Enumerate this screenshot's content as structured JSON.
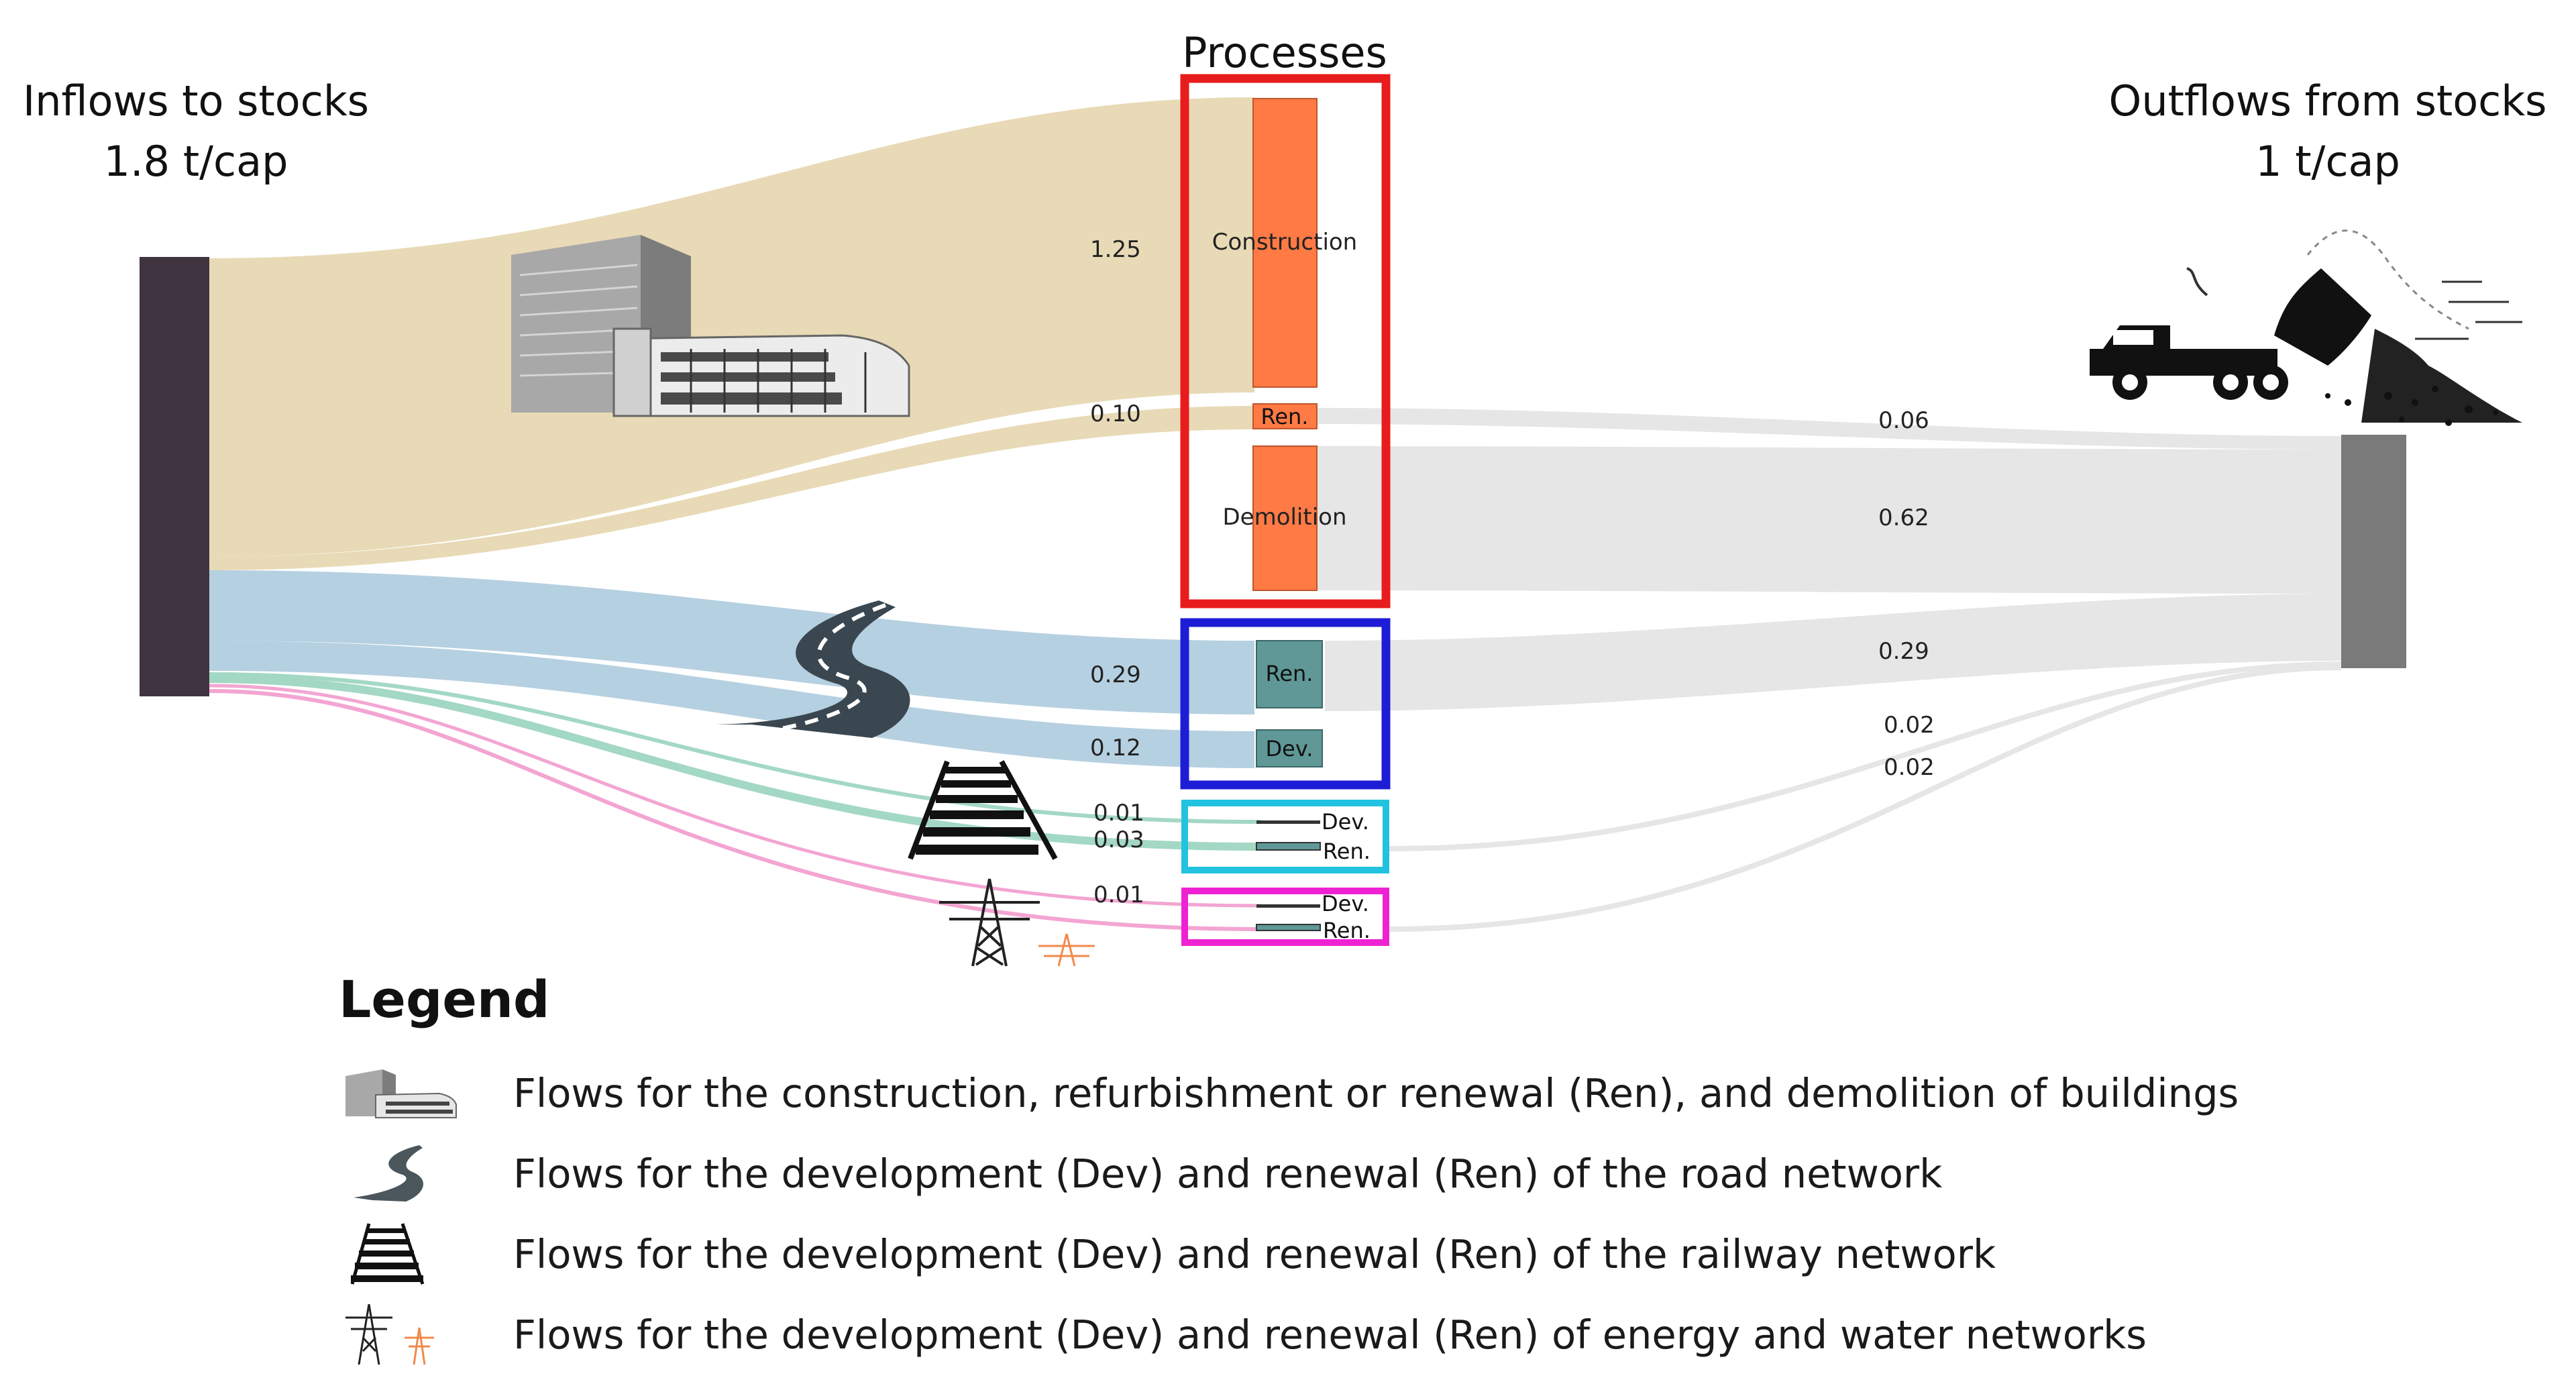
{
  "header": {
    "processes_title": "Processes",
    "inflows_title": "Inflows to stocks",
    "inflows_total": "1.8 t/cap",
    "outflows_title": "Outflows from stocks",
    "outflows_total": "1 t/cap"
  },
  "processes": {
    "buildings": {
      "construction": "Construction",
      "renovation": "Ren.",
      "demolition": "Demolition"
    },
    "road": {
      "renovation": "Ren.",
      "development": "Dev."
    },
    "railway": {
      "development": "Dev.",
      "renovation": "Ren."
    },
    "energy_water": {
      "development": "Dev.",
      "renovation": "Ren."
    }
  },
  "flow_values": {
    "in_buildings_construction": "1.25",
    "in_buildings_renovation": "0.10",
    "in_road_renovation": "0.29",
    "in_road_development": "0.12",
    "in_railway_development": "0.01",
    "in_railway_renovation": "0.03",
    "in_energy_development": "0.01",
    "out_buildings_renovation": "0.06",
    "out_buildings_demolition": "0.62",
    "out_road_renovation": "0.29",
    "out_railway_renovation": "0.02",
    "out_energy_renovation": "0.02"
  },
  "colors": {
    "buildings_flow": "#e8dab6",
    "road_flow": "#b5d0e1",
    "railway_flow": "#a3d8c4",
    "energy_flow": "#f3a5d2",
    "outflow": "#e6e6e6",
    "buildings_box": "#e81c1c",
    "road_box": "#1d1dd6",
    "railway_box": "#22c3e0",
    "energy_box": "#ee22d2",
    "building_node": "#ff7a45",
    "network_node": "#5f9896",
    "inflow_stock": "#3f3440",
    "outflow_stock": "#7a7a7a"
  },
  "legend": {
    "title": "Legend",
    "items": [
      {
        "icon": "building-icon",
        "label": "Flows for the construction, refurbishment or renewal (Ren), and demolition of buildings"
      },
      {
        "icon": "road-icon",
        "label": "Flows for the development (Dev) and renewal (Ren) of the road  network"
      },
      {
        "icon": "railway-icon",
        "label": "Flows for the development (Dev) and renewal (Ren) of the railway  network"
      },
      {
        "icon": "power-tower-icon",
        "label": "Flows for the development (Dev) and renewal (Ren) of energy and water networks"
      }
    ]
  }
}
